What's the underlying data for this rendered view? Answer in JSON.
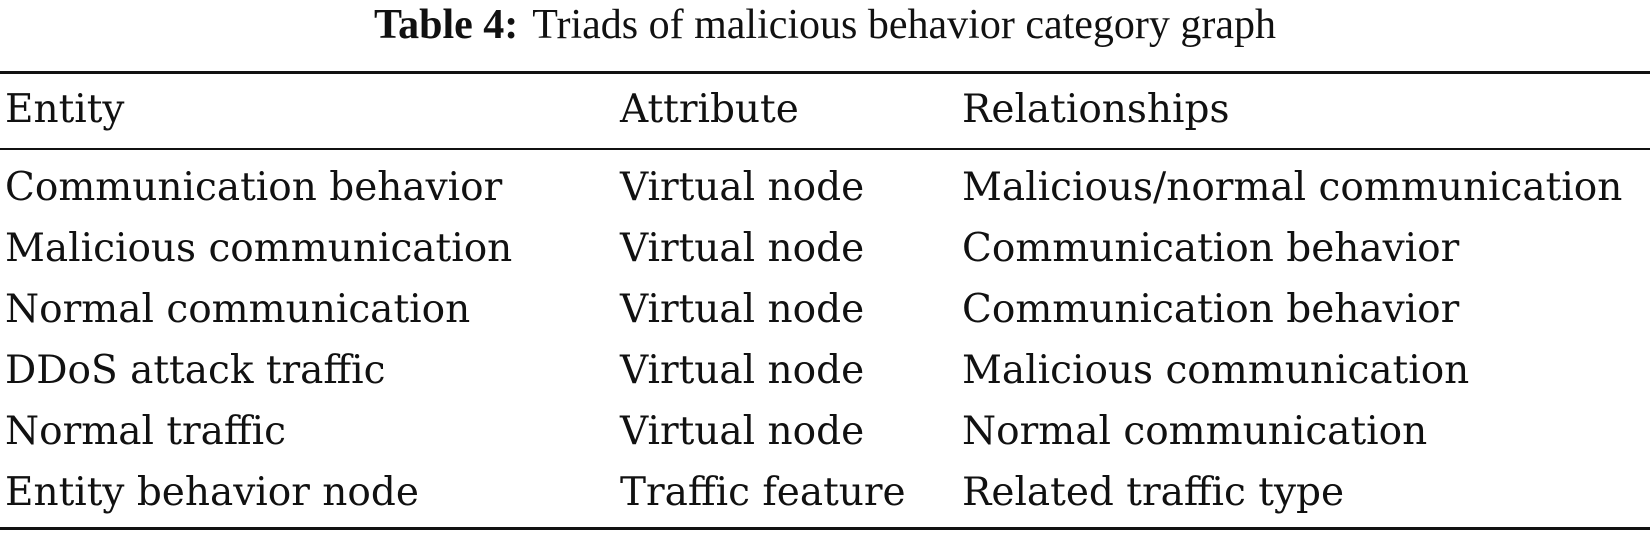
{
  "caption": {
    "label": "Table 4:",
    "text": "Triads of malicious behavior category graph"
  },
  "table": {
    "headers": [
      "Entity",
      "Attribute",
      "Relationships"
    ],
    "rows": [
      [
        "Communication behavior",
        "Virtual node",
        "Malicious/normal communication"
      ],
      [
        "Malicious communication",
        "Virtual node",
        "Communication behavior"
      ],
      [
        "Normal communication",
        "Virtual node",
        "Communication behavior"
      ],
      [
        "DDoS attack traffic",
        "Virtual node",
        "Malicious communication"
      ],
      [
        "Normal traffic",
        "Virtual node",
        "Normal communication"
      ],
      [
        "Entity behavior node",
        "Traffic feature",
        "Related traffic type"
      ]
    ]
  }
}
